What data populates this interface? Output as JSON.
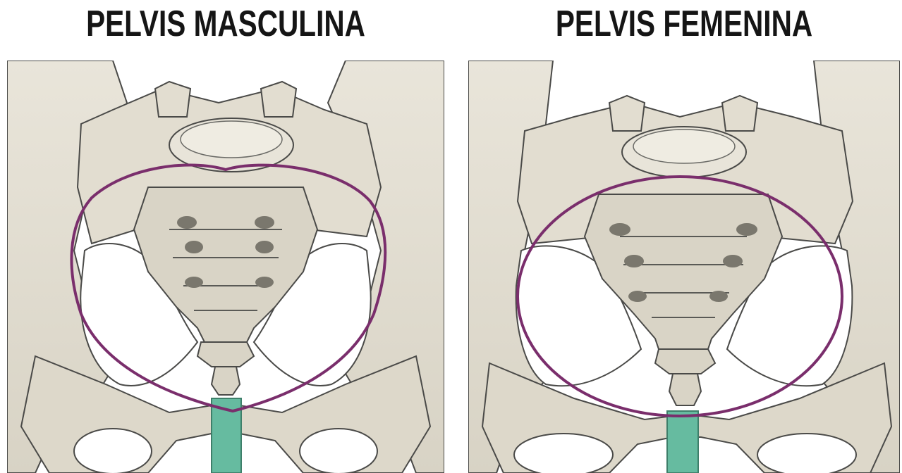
{
  "titles": {
    "male": "PELVIS MASCULINA",
    "female": "PELVIS FEMENINA"
  },
  "colors": {
    "bone": "#e4e0d4",
    "bone_shadow": "#cfcabb",
    "outline": "#4a4a48",
    "inlet_ring": "#7a2e6c",
    "pubic_symphysis": "#66bba0",
    "background": "#ffffff"
  },
  "illustrations": {
    "male": {
      "inlet_shape": "heart-shaped",
      "pubic_arch": "narrow"
    },
    "female": {
      "inlet_shape": "oval",
      "pubic_arch": "wide"
    }
  }
}
